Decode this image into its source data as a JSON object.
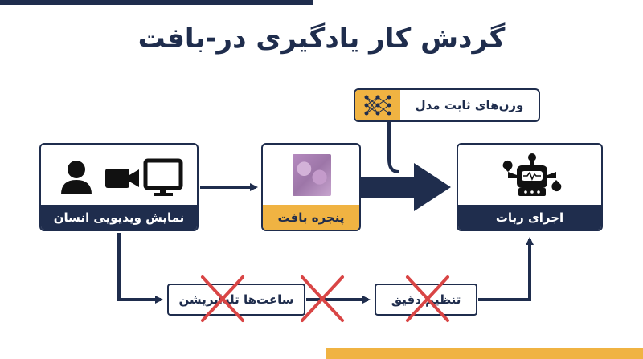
{
  "title": "گردش کار یادگیری در-بافت",
  "nodes": {
    "human_video": {
      "label": "نمایش ویدیویی انسان",
      "icons": [
        "person-icon",
        "video-camera-icon",
        "monitor-icon"
      ]
    },
    "context_window": {
      "label": "پنجره بافت",
      "icons": [
        "fabric-image"
      ]
    },
    "robot_execution": {
      "label": "اجرای ربات",
      "icons": [
        "robot-icon"
      ]
    },
    "fixed_weights": {
      "label": "وزن‌های ثابت مدل",
      "icons": [
        "neural-network-icon"
      ]
    },
    "teleoperation": {
      "label": "ساعت‌ها تله‌اپریشن",
      "status": "crossed-out"
    },
    "fine_tuning": {
      "label": "تنظیم دقیق",
      "status": "crossed-out"
    }
  },
  "colors": {
    "navy": "#1f2d4d",
    "gold": "#f0b342",
    "cross_red": "#d94545"
  }
}
